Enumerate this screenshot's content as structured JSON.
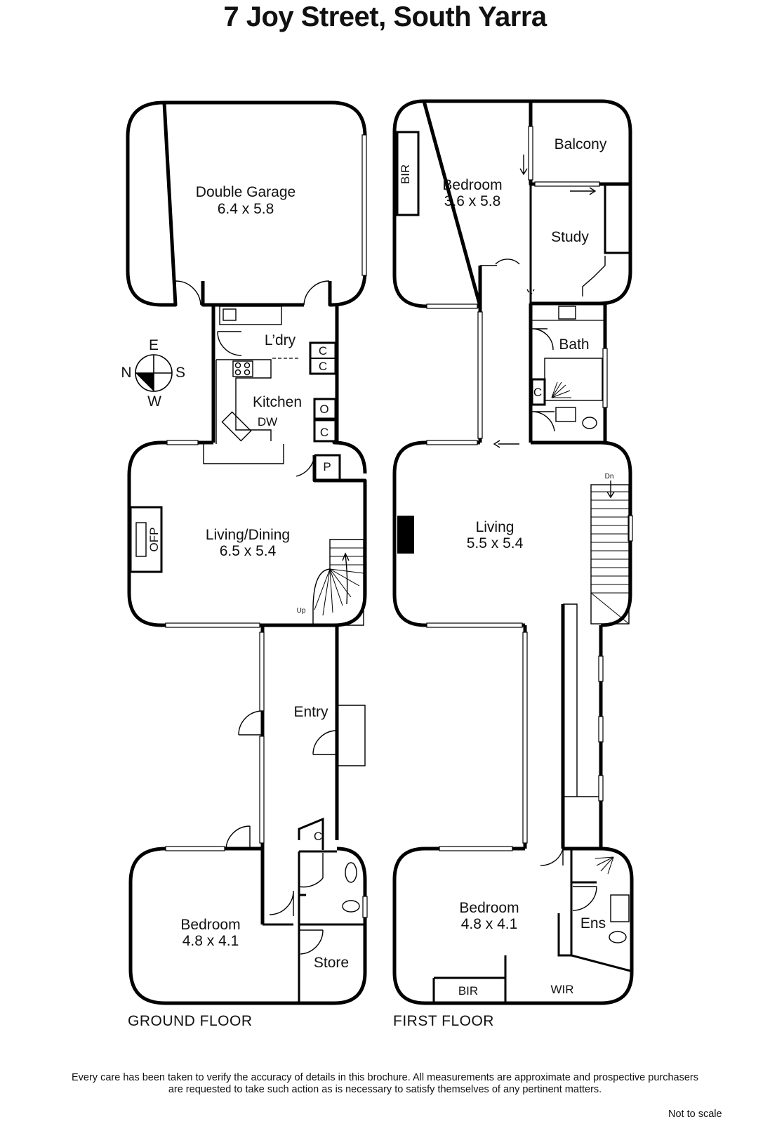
{
  "title": "7 Joy Street, South Yarra",
  "compass": {
    "e": "E",
    "n": "N",
    "s": "S",
    "w": "W"
  },
  "ground": {
    "label": "GROUND FLOOR",
    "garage": {
      "name": "Double Garage",
      "size": "6.4 x 5.8"
    },
    "laundry": "L’dry",
    "kitchen": "Kitchen",
    "dw": "DW",
    "cupboard": "C",
    "oven": "O",
    "pantry": "P",
    "living": {
      "name": "Living/Dining",
      "size": "6.5 x 5.4"
    },
    "ofp": "OFP",
    "up": "Up",
    "entry": "Entry",
    "bedroom": {
      "name": "Bedroom",
      "size": "4.8 x 4.1"
    },
    "store": "Store"
  },
  "first": {
    "label": "FIRST FLOOR",
    "bir": "BIR",
    "bedroom1": {
      "name": "Bedroom",
      "size": "3.6 x 5.8"
    },
    "balcony": "Balcony",
    "study": "Study",
    "bath": "Bath",
    "cupboard": "C",
    "living": {
      "name": "Living",
      "size": "5.5 x 5.4"
    },
    "dn": "Dn",
    "bedroom2": {
      "name": "Bedroom",
      "size": "4.8 x 4.1"
    },
    "ens": "Ens",
    "wir": "WIR"
  },
  "disclaimer_line1": "Every care has been taken to verify the accuracy of details in this brochure.  All measurements are approximate and prospective purchasers",
  "disclaimer_line2": "are requested to take such action as is necessary to satisfy themselves of any pertinent matters.",
  "not_to_scale": "Not to scale"
}
